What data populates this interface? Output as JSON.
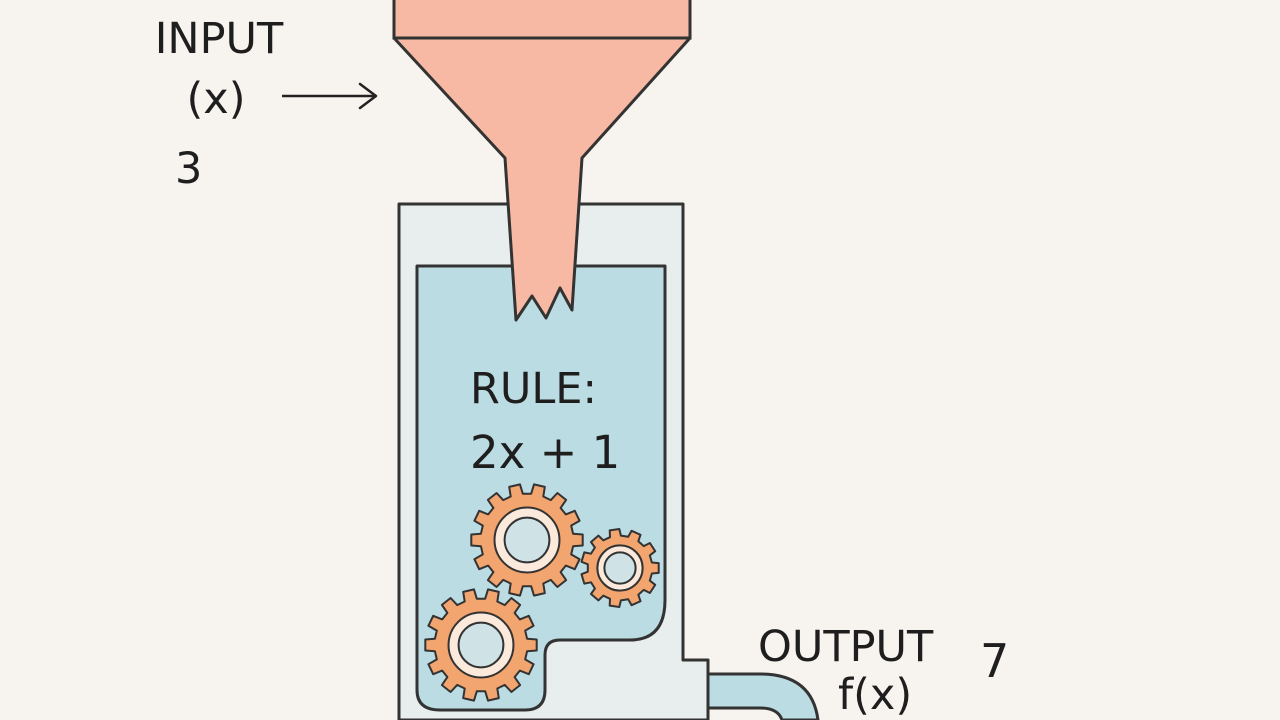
{
  "input": {
    "label": "INPUT",
    "variable": "(x)",
    "value": "3"
  },
  "machine": {
    "rule_label": "RULE:",
    "rule_formula": "2x + 1"
  },
  "output": {
    "label": "OUTPUT",
    "variable": "f(x)",
    "value": "7"
  },
  "colors": {
    "background": "#f7f3ee",
    "funnel": "#f7b9a3",
    "machine_fill": "#e8edee",
    "chamber_fill": "#bcdce3",
    "gears": "#f2a56e",
    "outline": "#333333"
  }
}
